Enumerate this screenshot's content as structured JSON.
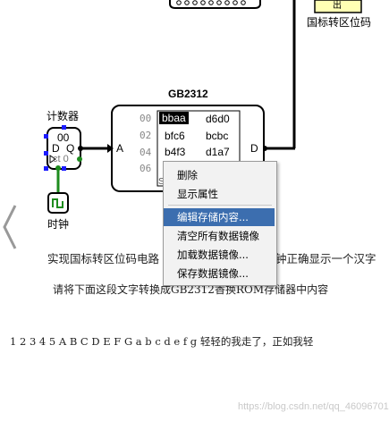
{
  "circuit": {
    "rom_title": "GB2312",
    "rom_addresses": [
      "00",
      "02",
      "04",
      "06"
    ],
    "rom_rows": [
      [
        "bbaa",
        "d6d0"
      ],
      [
        "bfc6",
        "bcbc"
      ],
      [
        "b4f3",
        "d1a7"
      ]
    ],
    "rom_pin_a": "A",
    "rom_pin_d": "D",
    "rom_bottom_pin": "S",
    "counter_label": "计数器",
    "counter_value": "00",
    "counter_d": "D",
    "counter_q": "Q",
    "counter_ct": "ct 0",
    "clock_label": "时钟",
    "top_right_label": "国标转区位码",
    "top_right_tag": "出"
  },
  "context_menu": {
    "items": [
      {
        "label": "删除",
        "highlighted": false
      },
      {
        "label": "显示属性",
        "highlighted": false
      },
      {
        "label": "编辑存储内容...",
        "highlighted": true
      },
      {
        "label": "清空所有数据镜像",
        "highlighted": false
      },
      {
        "label": "加载数据镜像...",
        "highlighted": false
      },
      {
        "label": "保存数据镜像...",
        "highlighted": false
      }
    ]
  },
  "article": {
    "line1": "实现国标转区位码电路",
    "line1_tail": "钟正确显示一个汉字",
    "line2": "请将下面这段文字转换成GB2312香换ROM存储器中内容",
    "line3": "1 2 3 4 5 A B C D E F G a b c d e f g 轻轻的我走了，正如我轻"
  },
  "nav": {
    "prev_icon": "chevron-left-icon"
  },
  "watermark": "https://blog.csdn.net/qq_46096701",
  "colors": {
    "wire_green": "#1e8c1e",
    "pin_blue": "#1b1bff",
    "menu_highlight": "#3c6eaf",
    "chip_yellow": "#ffffb4"
  }
}
